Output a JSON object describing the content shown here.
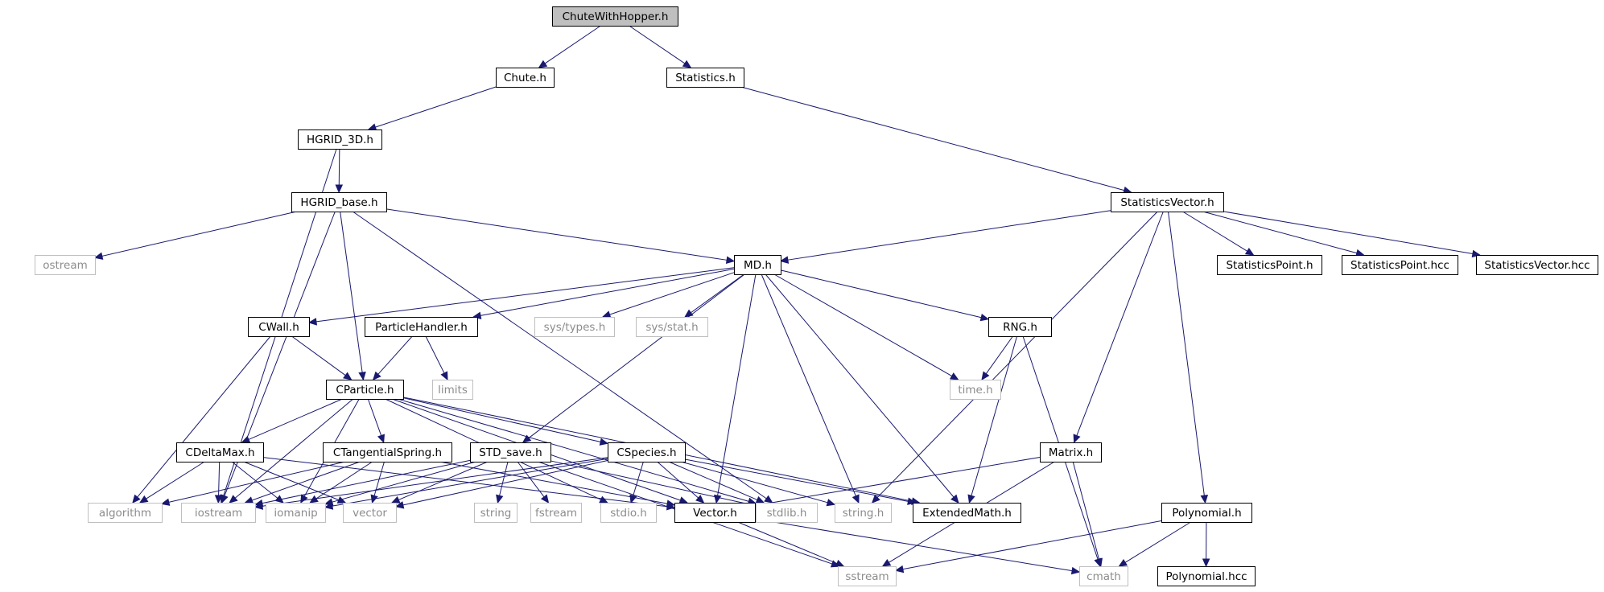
{
  "nodes": [
    {
      "id": "ChuteWithHopper",
      "label": "ChuteWithHopper.h",
      "kind": "root"
    },
    {
      "id": "Chute",
      "label": "Chute.h",
      "kind": "local"
    },
    {
      "id": "Statistics",
      "label": "Statistics.h",
      "kind": "local"
    },
    {
      "id": "HGRID_3D",
      "label": "HGRID_3D.h",
      "kind": "local"
    },
    {
      "id": "HGRID_base",
      "label": "HGRID_base.h",
      "kind": "local"
    },
    {
      "id": "StatisticsVector",
      "label": "StatisticsVector.h",
      "kind": "local"
    },
    {
      "id": "ostream",
      "label": "ostream",
      "kind": "ext"
    },
    {
      "id": "MD",
      "label": "MD.h",
      "kind": "local"
    },
    {
      "id": "StatisticsPoint",
      "label": "StatisticsPoint.h",
      "kind": "local"
    },
    {
      "id": "StatisticsPointHcc",
      "label": "StatisticsPoint.hcc",
      "kind": "local"
    },
    {
      "id": "StatisticsVectorHcc",
      "label": "StatisticsVector.hcc",
      "kind": "local"
    },
    {
      "id": "CWall",
      "label": "CWall.h",
      "kind": "local"
    },
    {
      "id": "ParticleHandler",
      "label": "ParticleHandler.h",
      "kind": "local"
    },
    {
      "id": "systypes",
      "label": "sys/types.h",
      "kind": "ext"
    },
    {
      "id": "sysstat",
      "label": "sys/stat.h",
      "kind": "ext"
    },
    {
      "id": "RNG",
      "label": "RNG.h",
      "kind": "local"
    },
    {
      "id": "CParticle",
      "label": "CParticle.h",
      "kind": "local"
    },
    {
      "id": "limits",
      "label": "limits",
      "kind": "ext"
    },
    {
      "id": "time",
      "label": "time.h",
      "kind": "ext"
    },
    {
      "id": "CDeltaMax",
      "label": "CDeltaMax.h",
      "kind": "local"
    },
    {
      "id": "CTangentialSpring",
      "label": "CTangentialSpring.h",
      "kind": "local"
    },
    {
      "id": "STD_save",
      "label": "STD_save.h",
      "kind": "local"
    },
    {
      "id": "CSpecies",
      "label": "CSpecies.h",
      "kind": "local"
    },
    {
      "id": "Matrix",
      "label": "Matrix.h",
      "kind": "local"
    },
    {
      "id": "algorithm",
      "label": "algorithm",
      "kind": "ext"
    },
    {
      "id": "iostream",
      "label": "iostream",
      "kind": "ext"
    },
    {
      "id": "iomanip",
      "label": "iomanip",
      "kind": "ext"
    },
    {
      "id": "vector",
      "label": "vector",
      "kind": "ext"
    },
    {
      "id": "string",
      "label": "string",
      "kind": "ext"
    },
    {
      "id": "fstream",
      "label": "fstream",
      "kind": "ext"
    },
    {
      "id": "stdio",
      "label": "stdio.h",
      "kind": "ext"
    },
    {
      "id": "Vector",
      "label": "Vector.h",
      "kind": "local"
    },
    {
      "id": "stdlib",
      "label": "stdlib.h",
      "kind": "ext"
    },
    {
      "id": "stringh",
      "label": "string.h",
      "kind": "ext"
    },
    {
      "id": "ExtendedMath",
      "label": "ExtendedMath.h",
      "kind": "local"
    },
    {
      "id": "Polynomial",
      "label": "Polynomial.h",
      "kind": "local"
    },
    {
      "id": "sstream",
      "label": "sstream",
      "kind": "ext"
    },
    {
      "id": "cmath",
      "label": "cmath",
      "kind": "ext"
    },
    {
      "id": "PolynomialHcc",
      "label": "Polynomial.hcc",
      "kind": "local"
    }
  ],
  "edges": [
    [
      "ChuteWithHopper",
      "Chute"
    ],
    [
      "ChuteWithHopper",
      "Statistics"
    ],
    [
      "Chute",
      "HGRID_3D"
    ],
    [
      "Statistics",
      "StatisticsVector"
    ],
    [
      "HGRID_3D",
      "HGRID_base"
    ],
    [
      "HGRID_3D",
      "iostream"
    ],
    [
      "HGRID_base",
      "ostream"
    ],
    [
      "HGRID_base",
      "MD"
    ],
    [
      "HGRID_base",
      "CParticle"
    ],
    [
      "HGRID_base",
      "iostream"
    ],
    [
      "HGRID_base",
      "stdlib"
    ],
    [
      "StatisticsVector",
      "MD"
    ],
    [
      "StatisticsVector",
      "StatisticsPoint"
    ],
    [
      "StatisticsVector",
      "StatisticsPointHcc"
    ],
    [
      "StatisticsVector",
      "StatisticsVectorHcc"
    ],
    [
      "StatisticsVector",
      "stringh"
    ],
    [
      "StatisticsVector",
      "Matrix"
    ],
    [
      "StatisticsVector",
      "Polynomial"
    ],
    [
      "MD",
      "CWall"
    ],
    [
      "MD",
      "ParticleHandler"
    ],
    [
      "MD",
      "systypes"
    ],
    [
      "MD",
      "sysstat"
    ],
    [
      "MD",
      "RNG"
    ],
    [
      "MD",
      "time"
    ],
    [
      "MD",
      "STD_save"
    ],
    [
      "MD",
      "Vector"
    ],
    [
      "MD",
      "stringh"
    ],
    [
      "MD",
      "ExtendedMath"
    ],
    [
      "CWall",
      "CParticle"
    ],
    [
      "CWall",
      "algorithm"
    ],
    [
      "ParticleHandler",
      "CParticle"
    ],
    [
      "ParticleHandler",
      "limits"
    ],
    [
      "RNG",
      "time"
    ],
    [
      "RNG",
      "ExtendedMath"
    ],
    [
      "RNG",
      "cmath"
    ],
    [
      "CParticle",
      "CDeltaMax"
    ],
    [
      "CParticle",
      "CTangentialSpring"
    ],
    [
      "CParticle",
      "CSpecies"
    ],
    [
      "CParticle",
      "iostream"
    ],
    [
      "CParticle",
      "iomanip"
    ],
    [
      "CParticle",
      "stdio"
    ],
    [
      "CParticle",
      "Vector"
    ],
    [
      "CParticle",
      "stdlib"
    ],
    [
      "CParticle",
      "ExtendedMath"
    ],
    [
      "CDeltaMax",
      "algorithm"
    ],
    [
      "CDeltaMax",
      "iostream"
    ],
    [
      "CDeltaMax",
      "iomanip"
    ],
    [
      "CDeltaMax",
      "vector"
    ],
    [
      "CDeltaMax",
      "Vector"
    ],
    [
      "CTangentialSpring",
      "algorithm"
    ],
    [
      "CTangentialSpring",
      "iostream"
    ],
    [
      "CTangentialSpring",
      "iomanip"
    ],
    [
      "CTangentialSpring",
      "vector"
    ],
    [
      "CTangentialSpring",
      "Vector"
    ],
    [
      "STD_save",
      "iostream"
    ],
    [
      "STD_save",
      "iomanip"
    ],
    [
      "STD_save",
      "vector"
    ],
    [
      "STD_save",
      "string"
    ],
    [
      "STD_save",
      "fstream"
    ],
    [
      "STD_save",
      "sstream"
    ],
    [
      "STD_save",
      "stdlib"
    ],
    [
      "CSpecies",
      "iostream"
    ],
    [
      "CSpecies",
      "iomanip"
    ],
    [
      "CSpecies",
      "vector"
    ],
    [
      "CSpecies",
      "stdio"
    ],
    [
      "CSpecies",
      "Vector"
    ],
    [
      "CSpecies",
      "stdlib"
    ],
    [
      "CSpecies",
      "stringh"
    ],
    [
      "CSpecies",
      "ExtendedMath"
    ],
    [
      "Matrix",
      "Vector"
    ],
    [
      "Matrix",
      "sstream"
    ],
    [
      "Matrix",
      "cmath"
    ],
    [
      "Vector",
      "sstream"
    ],
    [
      "Vector",
      "cmath"
    ],
    [
      "Polynomial",
      "sstream"
    ],
    [
      "Polynomial",
      "cmath"
    ],
    [
      "Polynomial",
      "PolynomialHcc"
    ]
  ],
  "colors": {
    "edge": "#191970",
    "root_fill": "#bfbfbf",
    "external_border": "#bfbfbf",
    "external_text": "#8c8c8c"
  }
}
